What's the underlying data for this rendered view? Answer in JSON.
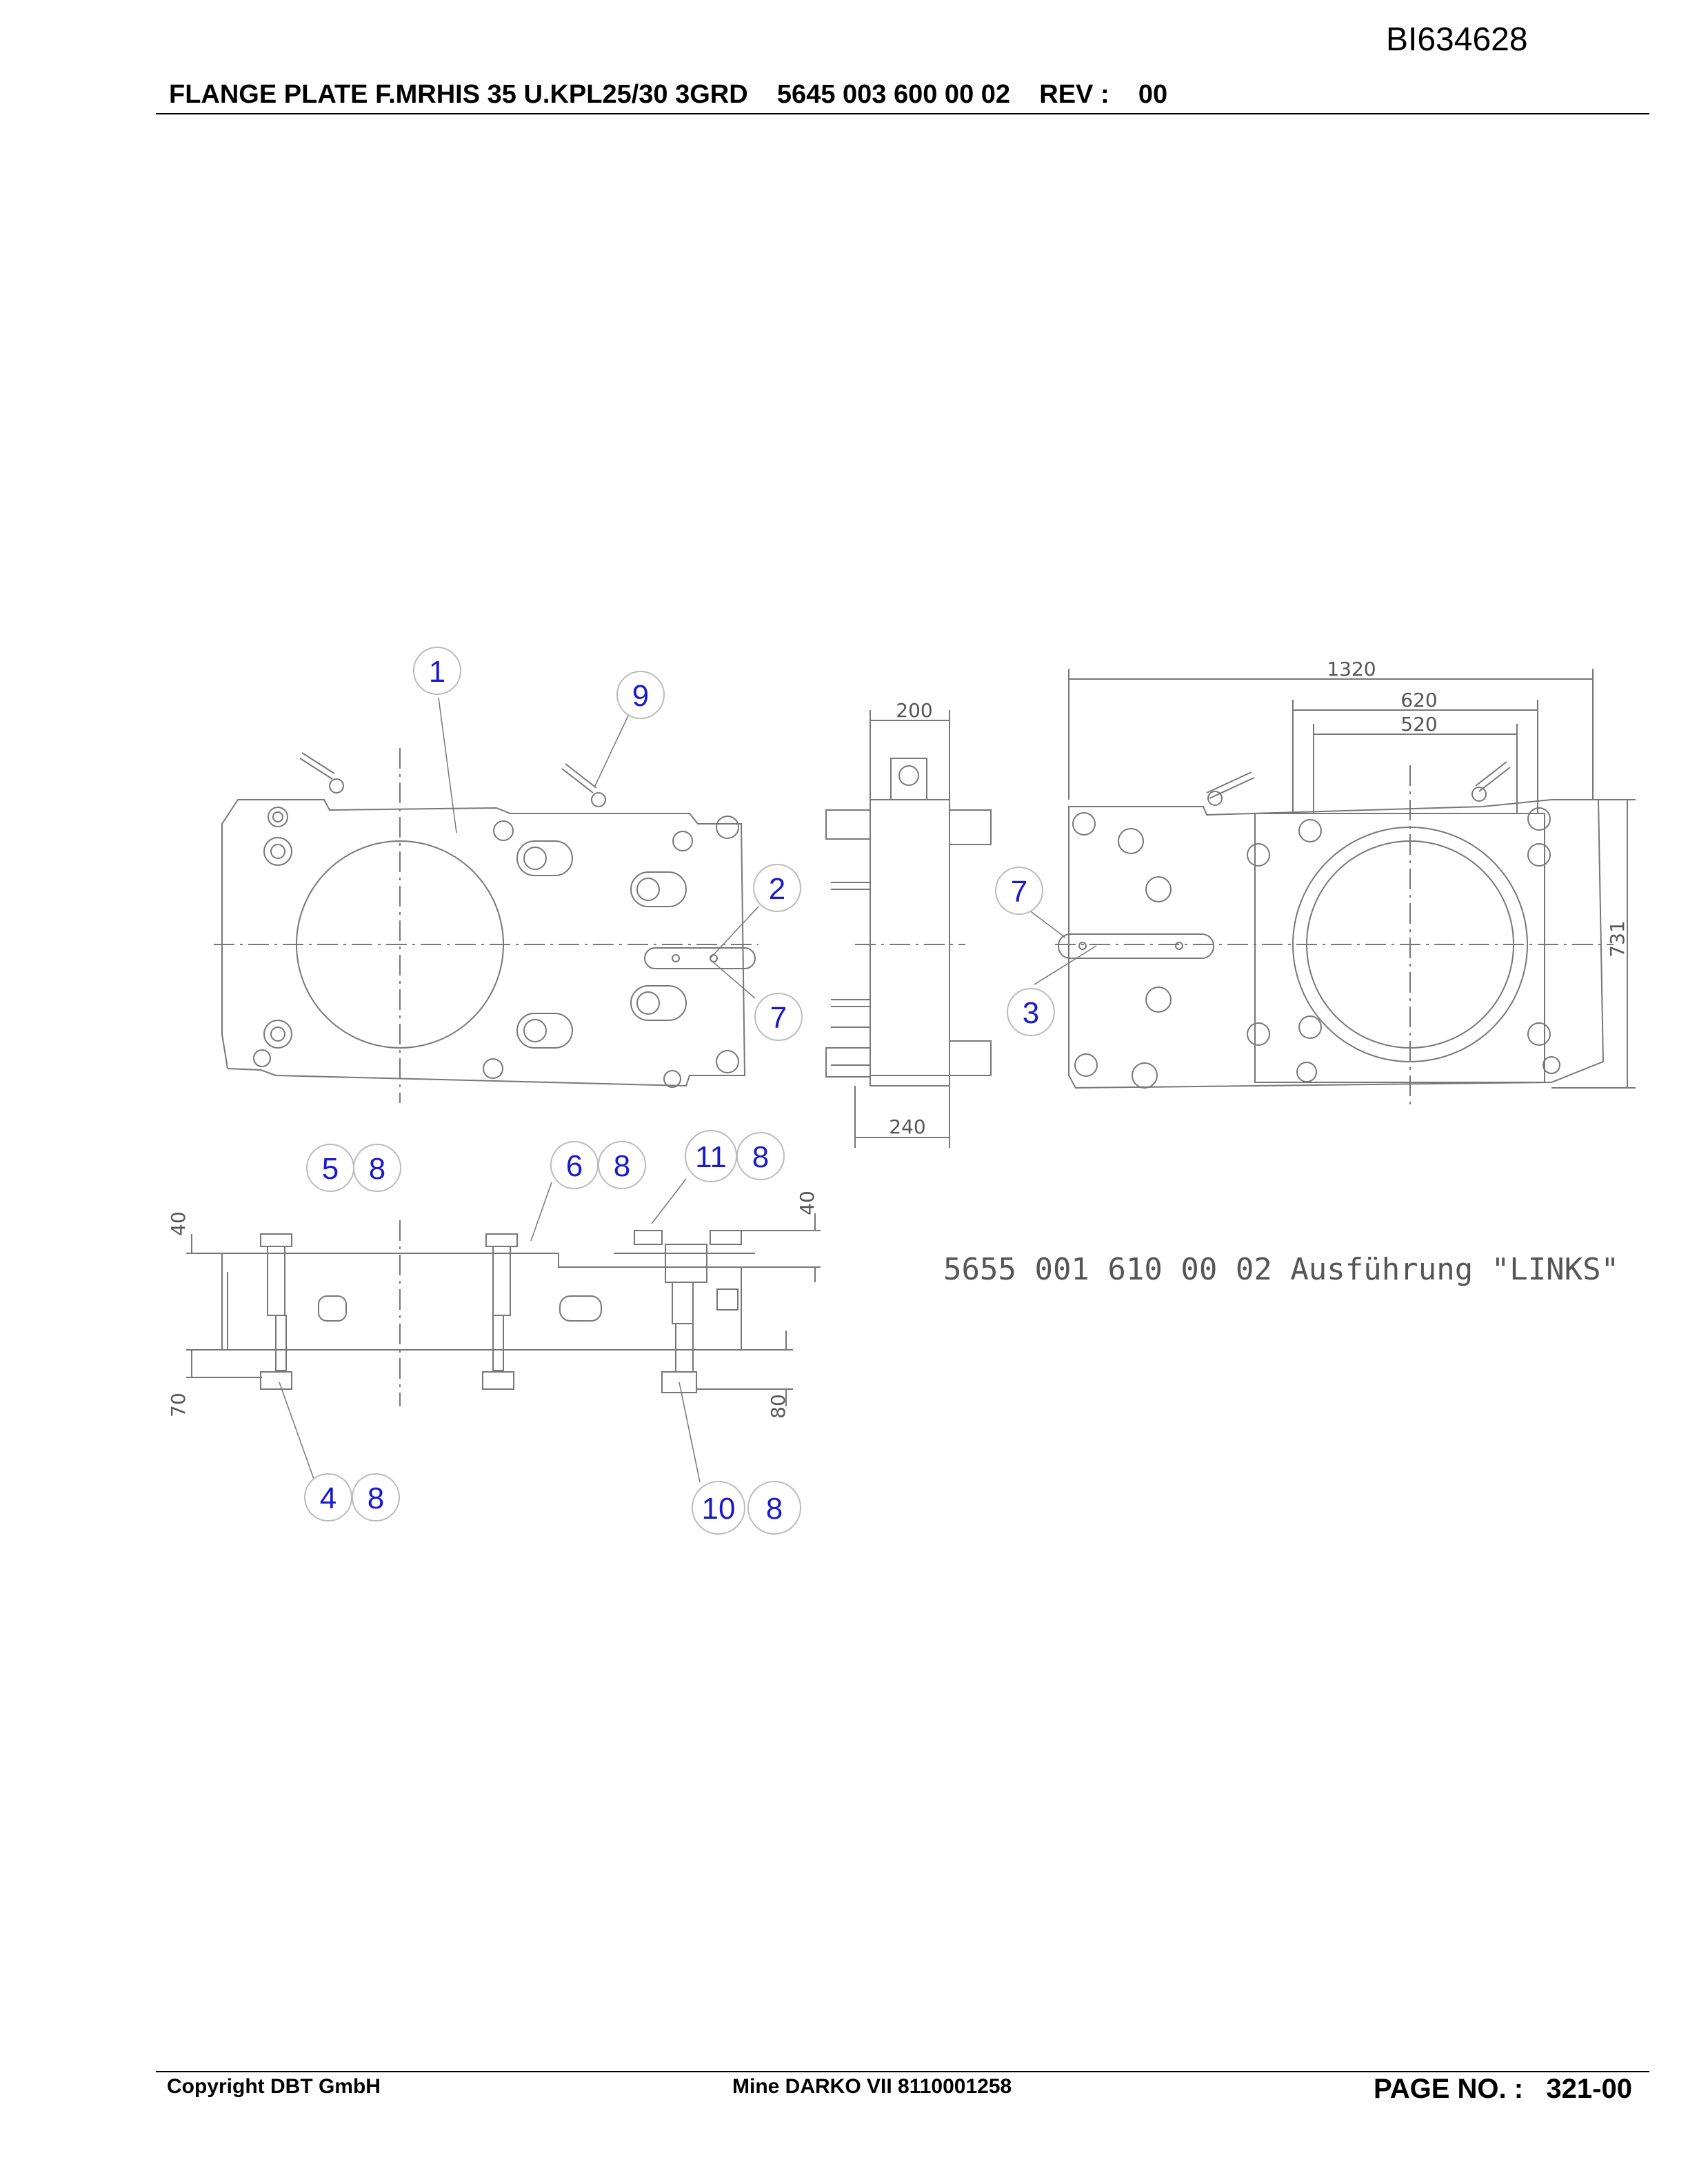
{
  "doc_id": "BI634628",
  "header": {
    "title": "FLANGE PLATE F.MRHIS 35 U.KPL25/30 3GRD",
    "part_number": "5645 003 600 00 02",
    "rev_label": "REV :",
    "rev_value": "00"
  },
  "drawing": {
    "balloons": {
      "b1": "1",
      "b9": "9",
      "b2": "2",
      "b7a": "7",
      "b7b": "7",
      "b3": "3",
      "b5": "5",
      "b8a": "8",
      "b6": "6",
      "b8b": "8",
      "b11": "11",
      "b8c": "8",
      "b4": "4",
      "b8d": "8",
      "b10": "10",
      "b8e": "8"
    },
    "dimensions": {
      "d200": "200",
      "d240": "240",
      "d1320": "1320",
      "d620": "620",
      "d520": "520",
      "d731": "731",
      "d40a": "40",
      "d70": "70",
      "d40b": "40",
      "d80": "80"
    },
    "note": "5655 001 610 00 02 Ausführung \"LINKS\""
  },
  "footer": {
    "copyright": "Copyright DBT GmbH",
    "mine": "Mine DARKO VII 8110001258",
    "page_label": "PAGE NO. :",
    "page_value": "321-00"
  }
}
